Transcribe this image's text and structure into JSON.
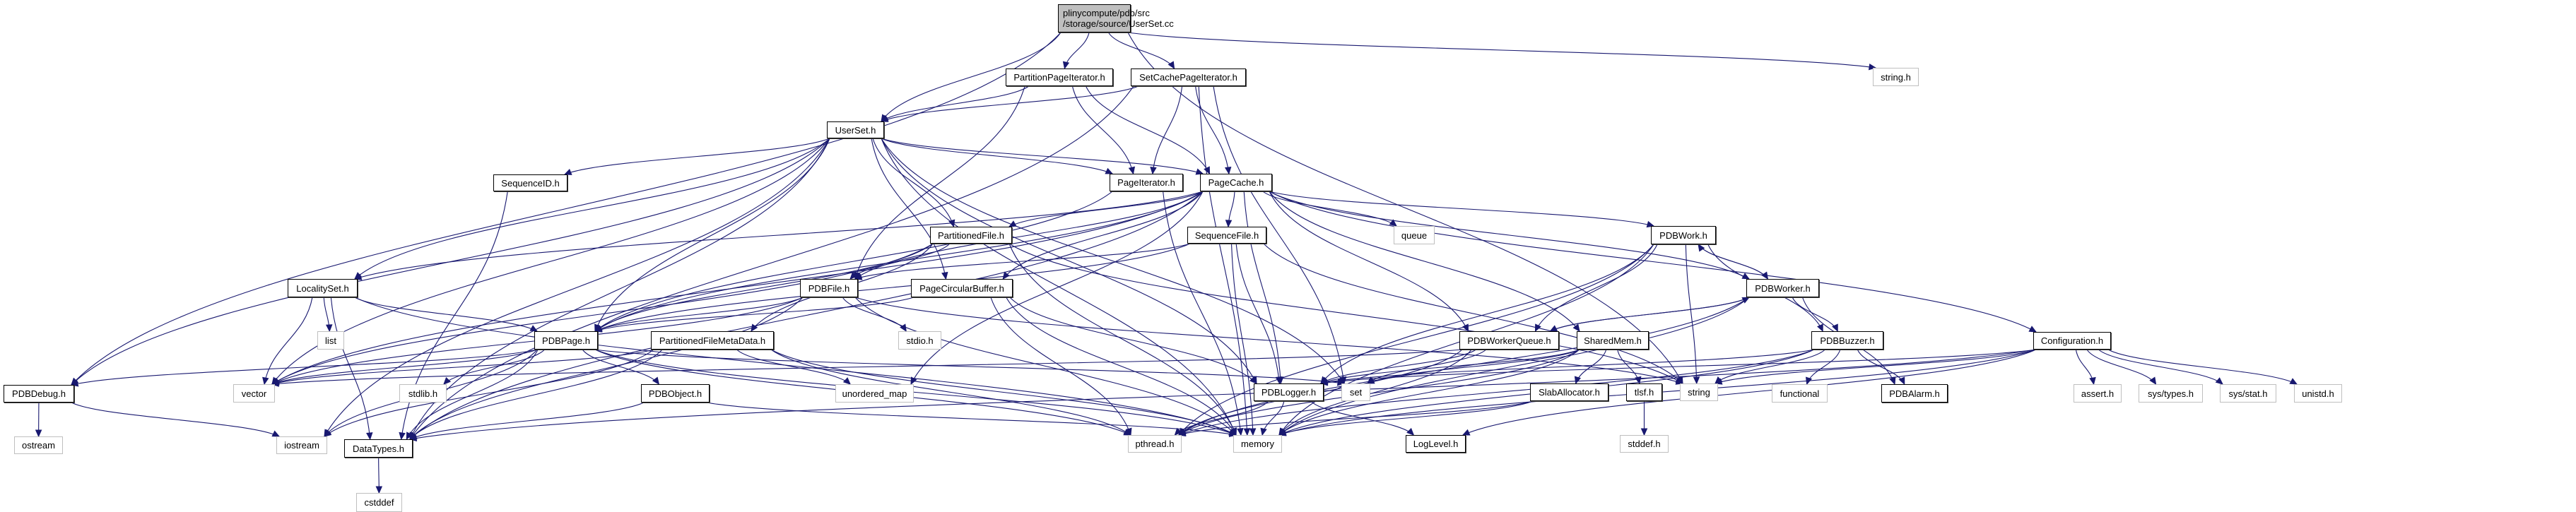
{
  "title": "Include dependency graph for UserSet.cc",
  "colors": {
    "edge": "#191970",
    "root_fill": "#bfbfbf",
    "internal_border": "#000000",
    "external_border": "#bfbfbf"
  },
  "nodes": [
    {
      "id": "root",
      "label": "plinycompute/pdb/src\n/storage/source/UserSet.cc",
      "kind": "root"
    },
    {
      "id": "PartitionPageIterator",
      "label": "PartitionPageIterator.h",
      "kind": "internal"
    },
    {
      "id": "SetCachePageIterator",
      "label": "SetCachePageIterator.h",
      "kind": "internal"
    },
    {
      "id": "string_h",
      "label": "string.h",
      "kind": "external"
    },
    {
      "id": "UserSet",
      "label": "UserSet.h",
      "kind": "internal"
    },
    {
      "id": "SequenceID",
      "label": "SequenceID.h",
      "kind": "internal"
    },
    {
      "id": "PageIterator",
      "label": "PageIterator.h",
      "kind": "internal"
    },
    {
      "id": "PageCache",
      "label": "PageCache.h",
      "kind": "internal"
    },
    {
      "id": "PartitionedFile",
      "label": "PartitionedFile.h",
      "kind": "internal"
    },
    {
      "id": "SequenceFile",
      "label": "SequenceFile.h",
      "kind": "internal"
    },
    {
      "id": "queue",
      "label": "queue",
      "kind": "external"
    },
    {
      "id": "PDBWork",
      "label": "PDBWork.h",
      "kind": "internal"
    },
    {
      "id": "LocalitySet",
      "label": "LocalitySet.h",
      "kind": "internal"
    },
    {
      "id": "PDBFile",
      "label": "PDBFile.h",
      "kind": "internal"
    },
    {
      "id": "PageCircularBuffer",
      "label": "PageCircularBuffer.h",
      "kind": "internal"
    },
    {
      "id": "PDBWorker",
      "label": "PDBWorker.h",
      "kind": "internal"
    },
    {
      "id": "list",
      "label": "list",
      "kind": "external"
    },
    {
      "id": "PDBPage",
      "label": "PDBPage.h",
      "kind": "internal"
    },
    {
      "id": "PartitionedFileMetaData",
      "label": "PartitionedFileMetaData.h",
      "kind": "internal"
    },
    {
      "id": "stdio",
      "label": "stdio.h",
      "kind": "external"
    },
    {
      "id": "PDBWorkerQueue",
      "label": "PDBWorkerQueue.h",
      "kind": "internal"
    },
    {
      "id": "SharedMem",
      "label": "SharedMem.h",
      "kind": "internal"
    },
    {
      "id": "PDBBuzzer",
      "label": "PDBBuzzer.h",
      "kind": "internal"
    },
    {
      "id": "Configuration",
      "label": "Configuration.h",
      "kind": "internal"
    },
    {
      "id": "PDBDebug",
      "label": "PDBDebug.h",
      "kind": "internal"
    },
    {
      "id": "vector",
      "label": "vector",
      "kind": "external"
    },
    {
      "id": "stdlib",
      "label": "stdlib.h",
      "kind": "external"
    },
    {
      "id": "PDBObject",
      "label": "PDBObject.h",
      "kind": "internal"
    },
    {
      "id": "unordered_map",
      "label": "unordered_map",
      "kind": "external"
    },
    {
      "id": "PDBLogger",
      "label": "PDBLogger.h",
      "kind": "internal"
    },
    {
      "id": "set",
      "label": "set",
      "kind": "external"
    },
    {
      "id": "SlabAllocator",
      "label": "SlabAllocator.h",
      "kind": "internal"
    },
    {
      "id": "tlsf",
      "label": "tlsf.h",
      "kind": "internal"
    },
    {
      "id": "string",
      "label": "string",
      "kind": "external"
    },
    {
      "id": "functional",
      "label": "functional",
      "kind": "external"
    },
    {
      "id": "PDBAlarm",
      "label": "PDBAlarm.h",
      "kind": "internal"
    },
    {
      "id": "assert",
      "label": "assert.h",
      "kind": "external"
    },
    {
      "id": "sys_types",
      "label": "sys/types.h",
      "kind": "external"
    },
    {
      "id": "sys_stat",
      "label": "sys/stat.h",
      "kind": "external"
    },
    {
      "id": "unistd",
      "label": "unistd.h",
      "kind": "external"
    },
    {
      "id": "ostream",
      "label": "ostream",
      "kind": "external"
    },
    {
      "id": "iostream",
      "label": "iostream",
      "kind": "external"
    },
    {
      "id": "DataTypes",
      "label": "DataTypes.h",
      "kind": "internal"
    },
    {
      "id": "pthread",
      "label": "pthread.h",
      "kind": "external"
    },
    {
      "id": "memory",
      "label": "memory",
      "kind": "external"
    },
    {
      "id": "LogLevel",
      "label": "LogLevel.h",
      "kind": "internal"
    },
    {
      "id": "stddef",
      "label": "stddef.h",
      "kind": "external"
    },
    {
      "id": "cstddef",
      "label": "cstddef",
      "kind": "external"
    }
  ],
  "edges": [
    [
      "root",
      "PartitionPageIterator"
    ],
    [
      "root",
      "SetCachePageIterator"
    ],
    [
      "root",
      "UserSet"
    ],
    [
      "root",
      "string_h"
    ],
    [
      "root",
      "PDBDebug"
    ],
    [
      "root",
      "string"
    ],
    [
      "PartitionPageIterator",
      "UserSet"
    ],
    [
      "PartitionPageIterator",
      "PageIterator"
    ],
    [
      "PartitionPageIterator",
      "PageCache"
    ],
    [
      "PartitionPageIterator",
      "PDBFile"
    ],
    [
      "SetCachePageIterator",
      "UserSet"
    ],
    [
      "SetCachePageIterator",
      "PageIterator"
    ],
    [
      "SetCachePageIterator",
      "PageCache"
    ],
    [
      "SetCachePageIterator",
      "set"
    ],
    [
      "SetCachePageIterator",
      "memory"
    ],
    [
      "SetCachePageIterator",
      "DataTypes"
    ],
    [
      "UserSet",
      "PageIterator"
    ],
    [
      "UserSet",
      "PageCache"
    ],
    [
      "UserSet",
      "SequenceID"
    ],
    [
      "UserSet",
      "LocalitySet"
    ],
    [
      "UserSet",
      "PartitionedFile"
    ],
    [
      "UserSet",
      "PageCircularBuffer"
    ],
    [
      "UserSet",
      "PDBLogger"
    ],
    [
      "UserSet",
      "vector"
    ],
    [
      "UserSet",
      "PDBDebug"
    ],
    [
      "UserSet",
      "DataTypes"
    ],
    [
      "UserSet",
      "iostream"
    ],
    [
      "UserSet",
      "memory"
    ],
    [
      "UserSet",
      "set"
    ],
    [
      "UserSet",
      "PDBPage"
    ],
    [
      "SequenceID",
      "DataTypes"
    ],
    [
      "PageIterator",
      "memory"
    ],
    [
      "PageIterator",
      "PDBPage"
    ],
    [
      "PageCache",
      "PartitionedFile"
    ],
    [
      "PageCache",
      "SequenceFile"
    ],
    [
      "PageCache",
      "queue"
    ],
    [
      "PageCache",
      "PDBWork"
    ],
    [
      "PageCache",
      "PDBWorker"
    ],
    [
      "PageCache",
      "LocalitySet"
    ],
    [
      "PageCache",
      "PDBFile"
    ],
    [
      "PageCache",
      "PageCircularBuffer"
    ],
    [
      "PageCache",
      "PDBPage"
    ],
    [
      "PageCache",
      "PDBWorkerQueue"
    ],
    [
      "PageCache",
      "SharedMem"
    ],
    [
      "PageCache",
      "Configuration"
    ],
    [
      "PageCache",
      "PDBLogger"
    ],
    [
      "PageCache",
      "unordered_map"
    ],
    [
      "PageCache",
      "DataTypes"
    ],
    [
      "PageCache",
      "vector"
    ],
    [
      "PartitionedFile",
      "PDBFile"
    ],
    [
      "PartitionedFile",
      "PartitionedFileMetaData"
    ],
    [
      "PartitionedFile",
      "PDBPage"
    ],
    [
      "PartitionedFile",
      "string"
    ],
    [
      "PartitionedFile",
      "memory"
    ],
    [
      "PartitionedFile",
      "vector"
    ],
    [
      "SequenceFile",
      "PDBFile"
    ],
    [
      "SequenceFile",
      "PDBLogger"
    ],
    [
      "SequenceFile",
      "memory"
    ],
    [
      "SequenceFile",
      "string"
    ],
    [
      "SequenceFile",
      "PDBPage"
    ],
    [
      "PDBWork",
      "PDBWorker"
    ],
    [
      "PDBWork",
      "PDBWorkerQueue"
    ],
    [
      "PDBWork",
      "PDBBuzzer"
    ],
    [
      "PDBWork",
      "PDBLogger"
    ],
    [
      "PDBWork",
      "memory"
    ],
    [
      "PDBWork",
      "string"
    ],
    [
      "PDBWork",
      "pthread"
    ],
    [
      "PDBWorker",
      "PDBWork"
    ],
    [
      "PDBWorker",
      "PDBWorkerQueue"
    ],
    [
      "PDBWorker",
      "PDBBuzzer"
    ],
    [
      "PDBWorker",
      "PDBAlarm"
    ],
    [
      "PDBWorker",
      "memory"
    ],
    [
      "PDBWorker",
      "pthread"
    ],
    [
      "LocalitySet",
      "list"
    ],
    [
      "LocalitySet",
      "vector"
    ],
    [
      "LocalitySet",
      "PDBPage"
    ],
    [
      "LocalitySet",
      "DataTypes"
    ],
    [
      "LocalitySet",
      "memory"
    ],
    [
      "PDBFile",
      "PDBPage"
    ],
    [
      "PDBFile",
      "stdio"
    ],
    [
      "PDBFile",
      "DataTypes"
    ],
    [
      "PDBFile",
      "memory"
    ],
    [
      "PDBFile",
      "vector"
    ],
    [
      "PDBFile",
      "string"
    ],
    [
      "PageCircularBuffer",
      "PDBPage"
    ],
    [
      "PageCircularBuffer",
      "PDBLogger"
    ],
    [
      "PageCircularBuffer",
      "pthread"
    ],
    [
      "PageCircularBuffer",
      "memory"
    ],
    [
      "PDBPage",
      "PDBObject"
    ],
    [
      "PDBPage",
      "stdlib"
    ],
    [
      "PDBPage",
      "vector"
    ],
    [
      "PDBPage",
      "DataTypes"
    ],
    [
      "PDBPage",
      "pthread"
    ],
    [
      "PDBPage",
      "iostream"
    ],
    [
      "PDBPage",
      "memory"
    ],
    [
      "PDBPage",
      "PDBDebug"
    ],
    [
      "PDBPage",
      "set"
    ],
    [
      "PartitionedFileMetaData",
      "unordered_map"
    ],
    [
      "PartitionedFileMetaData",
      "DataTypes"
    ],
    [
      "PartitionedFileMetaData",
      "vector"
    ],
    [
      "PartitionedFileMetaData",
      "memory"
    ],
    [
      "PartitionedFileMetaData",
      "pthread"
    ],
    [
      "PartitionedFileMetaData",
      "iostream"
    ],
    [
      "PDBWorkerQueue",
      "PDBWorker"
    ],
    [
      "PDBWorkerQueue",
      "PDBLogger"
    ],
    [
      "PDBWorkerQueue",
      "set"
    ],
    [
      "PDBWorkerQueue",
      "pthread"
    ],
    [
      "PDBWorkerQueue",
      "memory"
    ],
    [
      "PDBWorkerQueue",
      "vector"
    ],
    [
      "SharedMem",
      "SlabAllocator"
    ],
    [
      "SharedMem",
      "tlsf"
    ],
    [
      "SharedMem",
      "PDBLogger"
    ],
    [
      "SharedMem",
      "memory"
    ],
    [
      "SharedMem",
      "pthread"
    ],
    [
      "SharedMem",
      "set"
    ],
    [
      "PDBBuzzer",
      "functional"
    ],
    [
      "PDBBuzzer",
      "PDBAlarm"
    ],
    [
      "PDBBuzzer",
      "string"
    ],
    [
      "PDBBuzzer",
      "PDBLogger"
    ],
    [
      "PDBBuzzer",
      "pthread"
    ],
    [
      "PDBBuzzer",
      "memory"
    ],
    [
      "Configuration",
      "assert"
    ],
    [
      "Configuration",
      "sys_types"
    ],
    [
      "Configuration",
      "sys_stat"
    ],
    [
      "Configuration",
      "unistd"
    ],
    [
      "Configuration",
      "string"
    ],
    [
      "Configuration",
      "PDBLogger"
    ],
    [
      "Configuration",
      "DataTypes"
    ],
    [
      "Configuration",
      "LogLevel"
    ],
    [
      "Configuration",
      "memory"
    ],
    [
      "PDBDebug",
      "ostream"
    ],
    [
      "PDBDebug",
      "iostream"
    ],
    [
      "PDBObject",
      "DataTypes"
    ],
    [
      "PDBObject",
      "memory"
    ],
    [
      "PDBLogger",
      "pthread"
    ],
    [
      "PDBLogger",
      "memory"
    ],
    [
      "PDBLogger",
      "LogLevel"
    ],
    [
      "SlabAllocator",
      "pthread"
    ],
    [
      "SlabAllocator",
      "memory"
    ],
    [
      "tlsf",
      "stddef"
    ],
    [
      "DataTypes",
      "cstddef"
    ]
  ]
}
